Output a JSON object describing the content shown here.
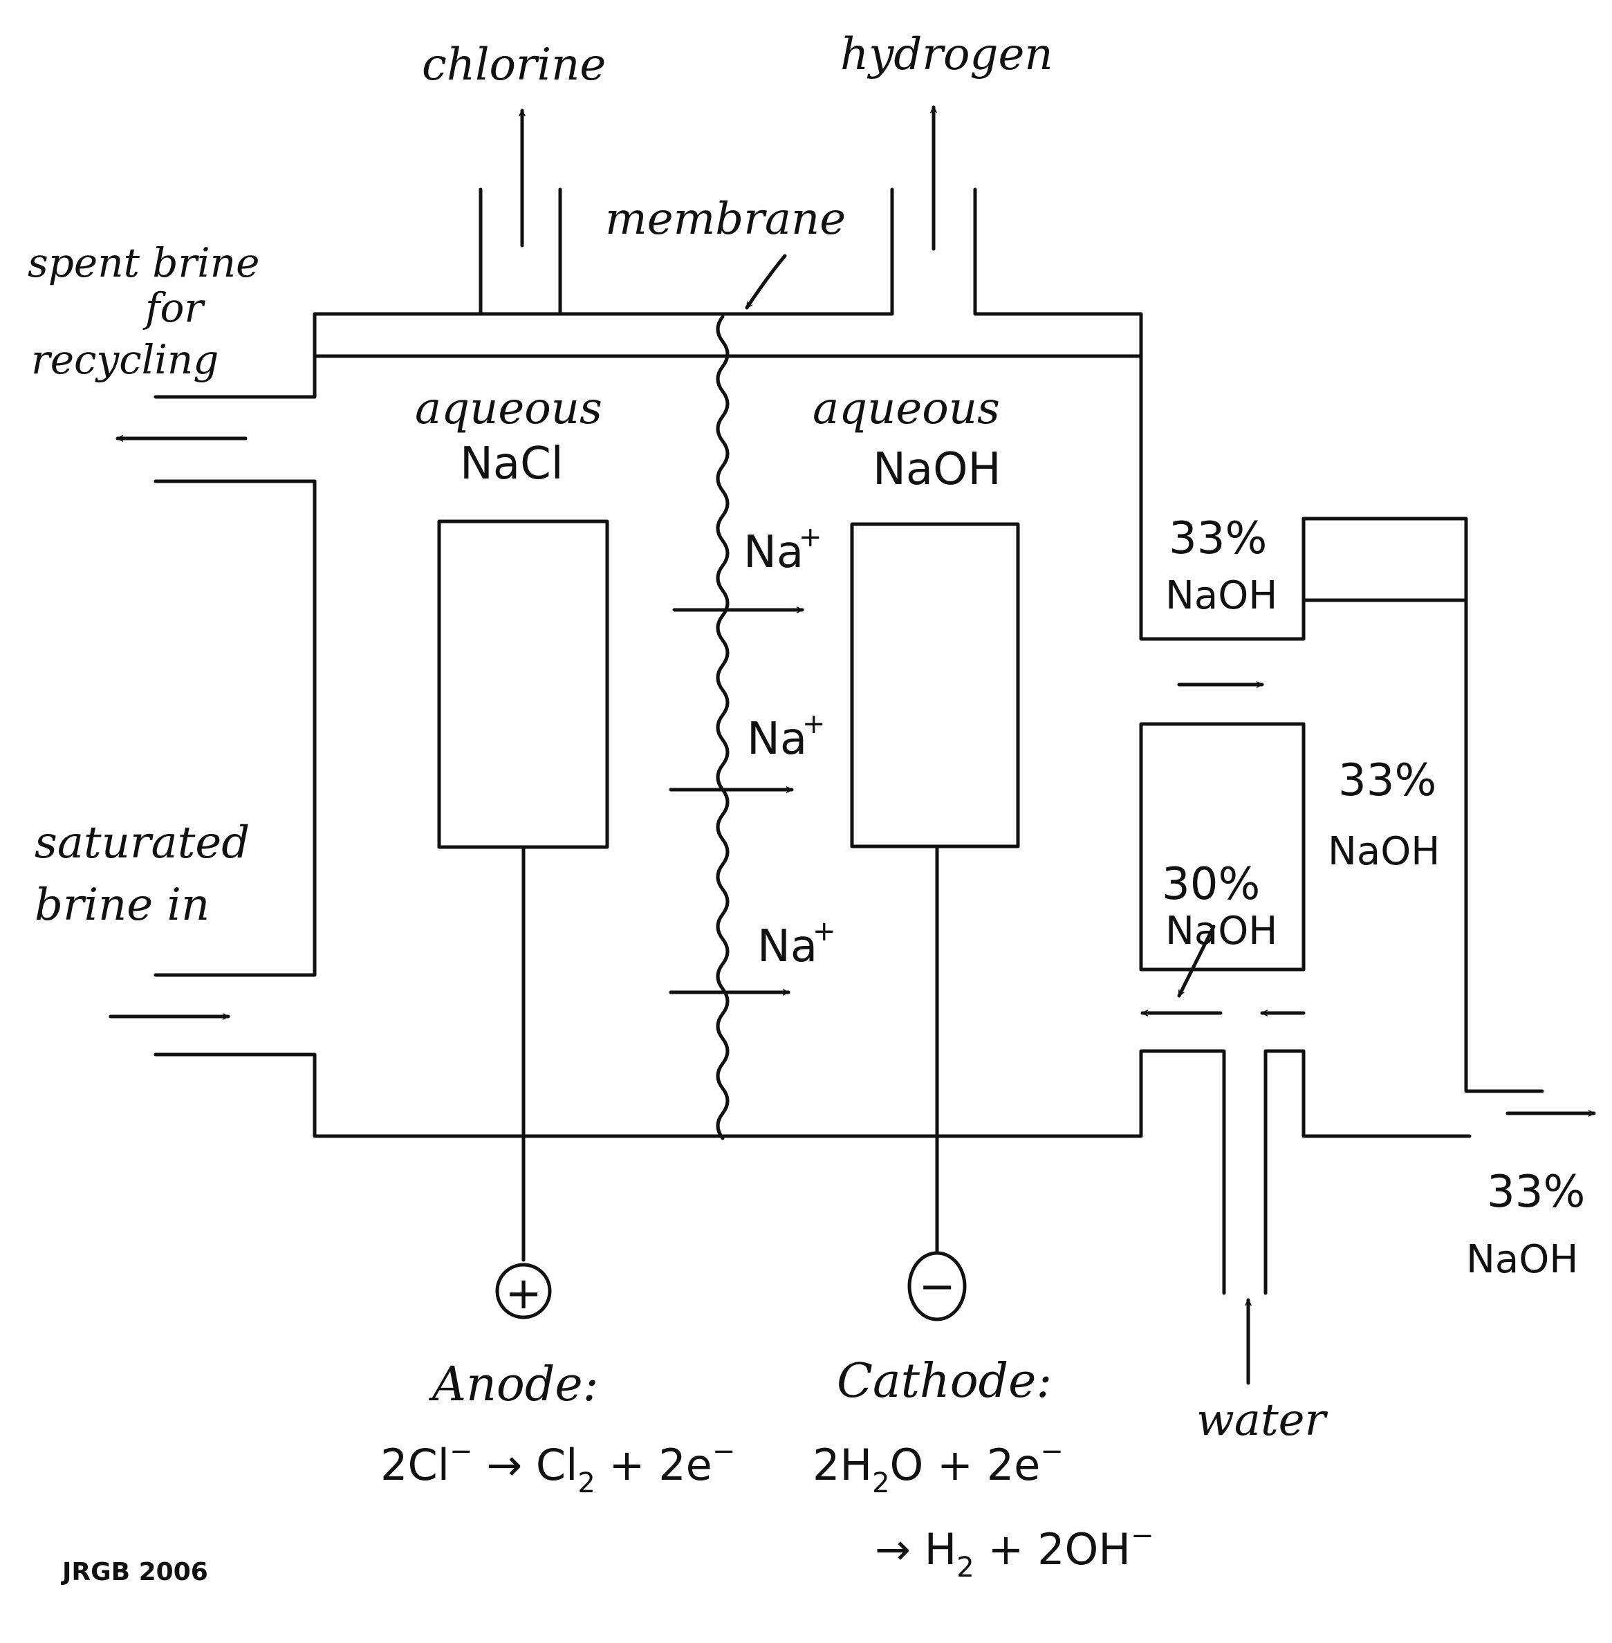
{
  "labels": {
    "chlorine": "chlorine",
    "hydrogen": "hydrogen",
    "membrane": "membrane",
    "spent_brine_1": "spent brine",
    "spent_brine_2": "for",
    "spent_brine_3": "recycling",
    "aqueous_nacl_1": "aqueous",
    "aqueous_nacl_2": "NaCl",
    "aqueous_naoh_1": "aqueous",
    "aqueous_naoh_2": "NaOH",
    "saturated_brine_1": "saturated",
    "saturated_brine_2": "brine in",
    "na_ion": "Na",
    "na_charge": "+",
    "naoh_33_top_1": "33%",
    "naoh_33_top_2": "NaOH",
    "naoh_33_mid_1": "33%",
    "naoh_33_mid_2": "NaOH",
    "naoh_30_1": "30%",
    "naoh_30_2": "NaOH",
    "naoh_33_out_1": "33%",
    "naoh_33_out_2": "NaOH",
    "water": "water",
    "anode_terminal": "+",
    "cathode_terminal": "−",
    "anode_title": "Anode:",
    "cathode_title": "Cathode:",
    "signature": "JRGB 2006"
  },
  "equations": {
    "anode": {
      "a": "2Cl",
      "a_sup": "−",
      "arrow": " → ",
      "b": "Cl",
      "b_sub": "2",
      "c": " + 2e",
      "c_sup": "−"
    },
    "cathode_line1": {
      "a": "2H",
      "a_sub": "2",
      "b": "O + 2e",
      "b_sup": "−"
    },
    "cathode_line2": {
      "arrow": "→ ",
      "a": "H",
      "a_sub": "2",
      "b": " + 2OH",
      "b_sup": "−"
    }
  }
}
